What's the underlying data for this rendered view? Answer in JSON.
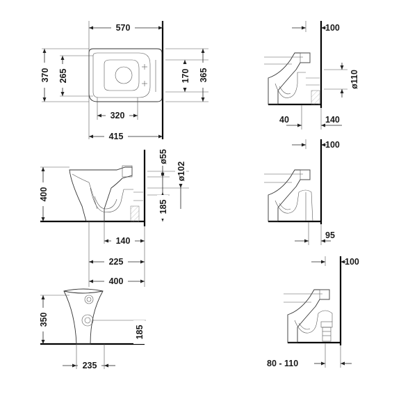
{
  "top_view": {
    "width_total": "570",
    "depth_total": "370",
    "depth_inner": "265",
    "width_front": "320",
    "width_mid": "415",
    "fix_spacing": "170",
    "fix_depth": "365"
  },
  "side_view": {
    "pipe_small": "ø55",
    "pipe_large": "ø102",
    "height": "400",
    "outlet_height": "185",
    "offset_140": "140",
    "offset_225": "225",
    "offset_400": "400"
  },
  "front_view": {
    "height": "350",
    "outlet_height": "185",
    "base_width": "235"
  },
  "variant_1": {
    "wall_gap": "100",
    "pipe": "ø110",
    "left_offset": "40",
    "right_offset": "140"
  },
  "variant_2": {
    "wall_gap": "100",
    "outlet_offset": "95"
  },
  "variant_3": {
    "wall_gap": "100",
    "range": "80 - 110"
  }
}
